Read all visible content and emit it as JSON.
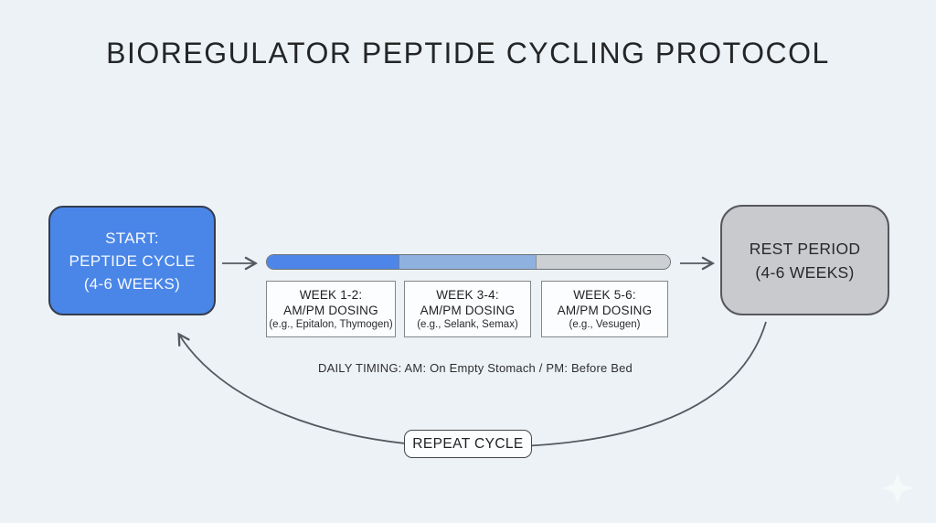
{
  "title": "BIOREGULATOR PEPTIDE CYCLING PROTOCOL",
  "start_node": {
    "line1": "START:",
    "line2": "PEPTIDE CYCLE",
    "line3": "(4-6 WEEKS)",
    "color": "#4a86e8"
  },
  "progress_bar": {
    "segment_colors": [
      "#4d86e8",
      "#8fb1e0",
      "#ccd0d3"
    ]
  },
  "week_boxes": [
    {
      "weeks": "WEEK 1-2:",
      "dosing": "AM/PM DOSING",
      "examples": "(e.g., Epitalon, Thymogen)"
    },
    {
      "weeks": "WEEK 3-4:",
      "dosing": "AM/PM DOSING",
      "examples": "(e.g., Selank, Semax)"
    },
    {
      "weeks": "WEEK 5-6:",
      "dosing": "AM/PM DOSING",
      "examples": "(e.g., Vesugen)"
    }
  ],
  "daily_timing": "DAILY TIMING: AM: On Empty Stomach / PM: Before Bed",
  "rest_node": {
    "line1": "REST PERIOD",
    "line2": "(4-6 WEEKS)",
    "color": "#c9cacd"
  },
  "repeat_label": "REPEAT CYCLE",
  "icons": {
    "footer_logo": "diamond-sparkle-icon"
  },
  "colors": {
    "background": "#edf2f6",
    "arrow": "#54595f",
    "accent_blue": "#4a86e8"
  }
}
